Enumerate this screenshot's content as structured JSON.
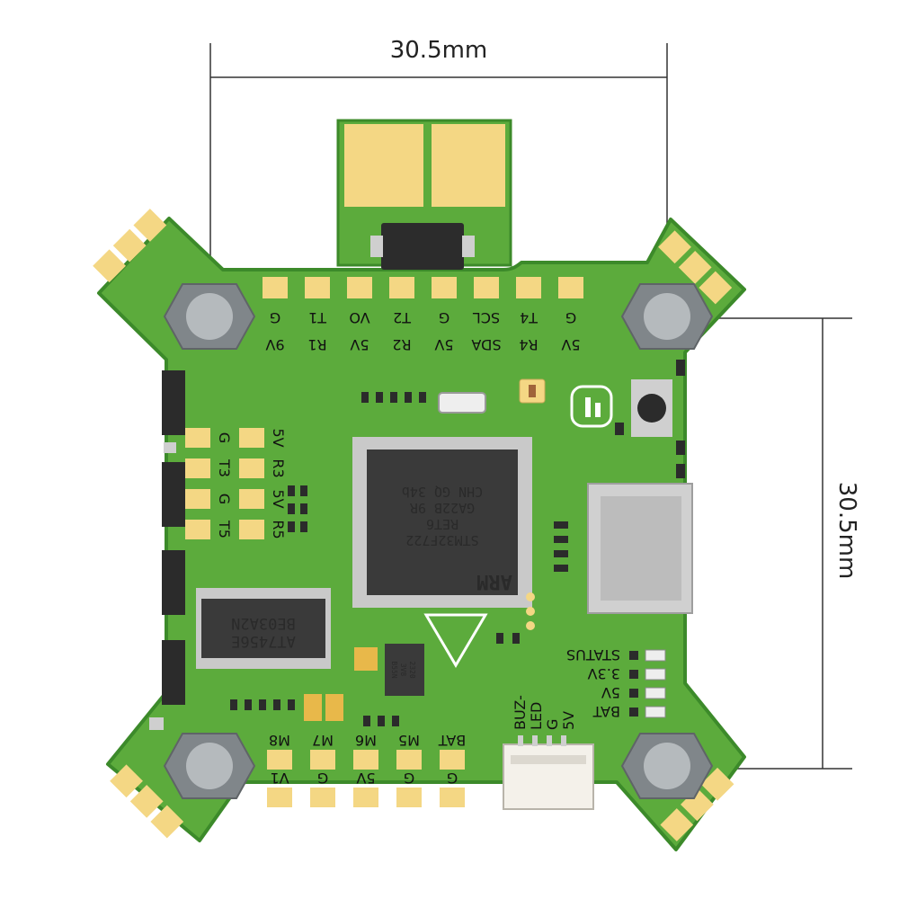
{
  "dimensions": {
    "horizontal": "30.5mm",
    "vertical": "30.5mm"
  },
  "colors": {
    "pcb": "#5cab3c",
    "pcb_edge": "#3c8a2a",
    "pad": "#f4d784",
    "chip": "#3a3a3a",
    "standoff": "#9aa0a4"
  },
  "top_pads": {
    "upper": [
      "G",
      "T1",
      "VO",
      "T2",
      "G",
      "SCL",
      "T4",
      "G"
    ],
    "lower": [
      "9V",
      "R1",
      "5V",
      "R2",
      "5V",
      "SDA",
      "R4",
      "5V"
    ]
  },
  "left_pads": {
    "col1": [
      "G",
      "T3",
      "G",
      "T5"
    ],
    "col2": [
      "5V",
      "R3",
      "5V",
      "R5"
    ]
  },
  "bottom_pads": {
    "upper": [
      "M8",
      "M7",
      "M6",
      "M5",
      "BAT"
    ],
    "lower": [
      "V1",
      "G",
      "5V",
      "G",
      "G"
    ]
  },
  "leds": [
    "STATUS",
    "3.3V",
    "5V",
    "BAT"
  ],
  "connector_labels": [
    "BUZ-",
    "LED",
    "G",
    "5V"
  ],
  "mcu": {
    "lines": [
      "STM32F722",
      "RET6",
      "GA22B 9R",
      "CHN GQ 34b"
    ],
    "logo": "ARM"
  },
  "driver_chip": {
    "lines": [
      "AT7456E",
      "BE03A2N"
    ]
  },
  "small_chip": {
    "lines": [
      "3V8",
      "2320",
      "B55N"
    ]
  }
}
